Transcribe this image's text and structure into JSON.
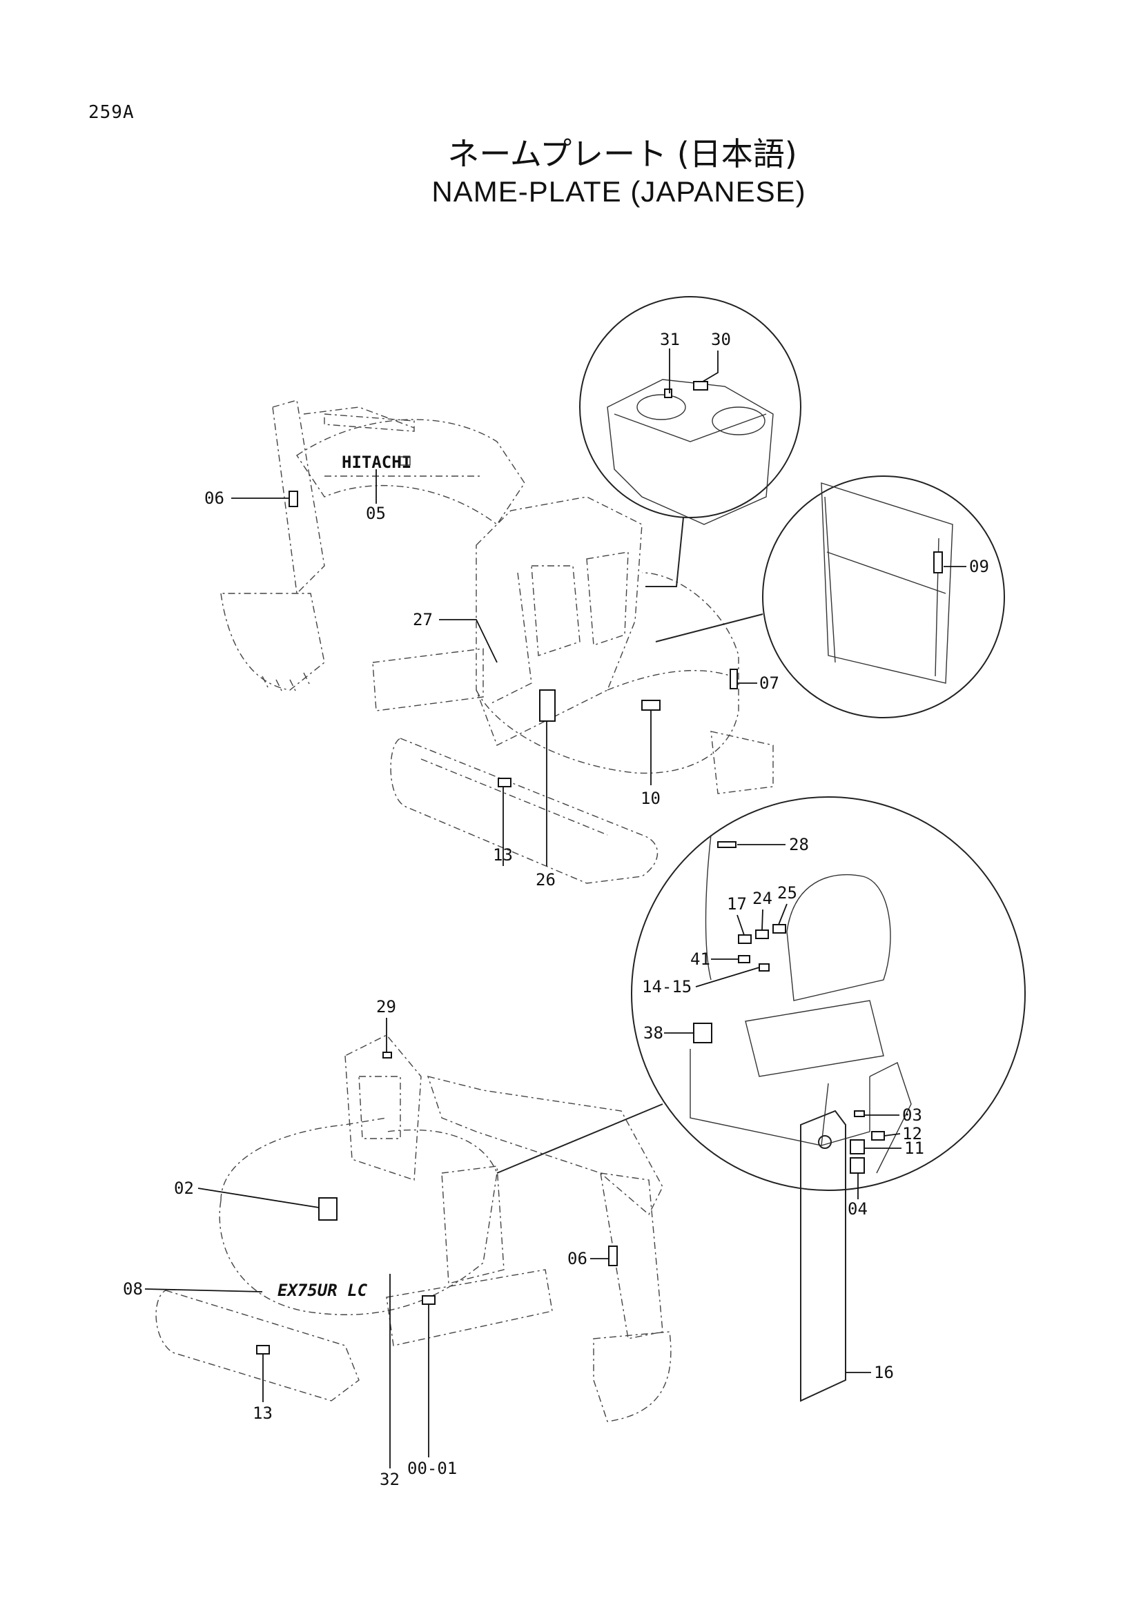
{
  "page_id": "259A",
  "title_jp": "ネームプレート (日本語)",
  "title_en": "NAME-PLATE  (JAPANESE)",
  "machine_marks": {
    "boom_logo": "HITACHI",
    "model_mark": "EX75UR LC"
  },
  "callouts": {
    "c31": "31",
    "c30": "30",
    "c06a": "06",
    "c05": "05",
    "c09": "09",
    "c27": "27",
    "c07": "07",
    "c10": "10",
    "c13a": "13",
    "c26": "26",
    "c28": "28",
    "c17": "17",
    "c24": "24",
    "c25": "25",
    "c41": "41",
    "c1415": "14-15",
    "c38": "38",
    "c29": "29",
    "c03": "03",
    "c12": "12",
    "c11": "11",
    "c04": "04",
    "c02": "02",
    "c06b": "06",
    "c08": "08",
    "c16": "16",
    "c13b": "13",
    "c32": "32",
    "c0001": "00-01"
  }
}
